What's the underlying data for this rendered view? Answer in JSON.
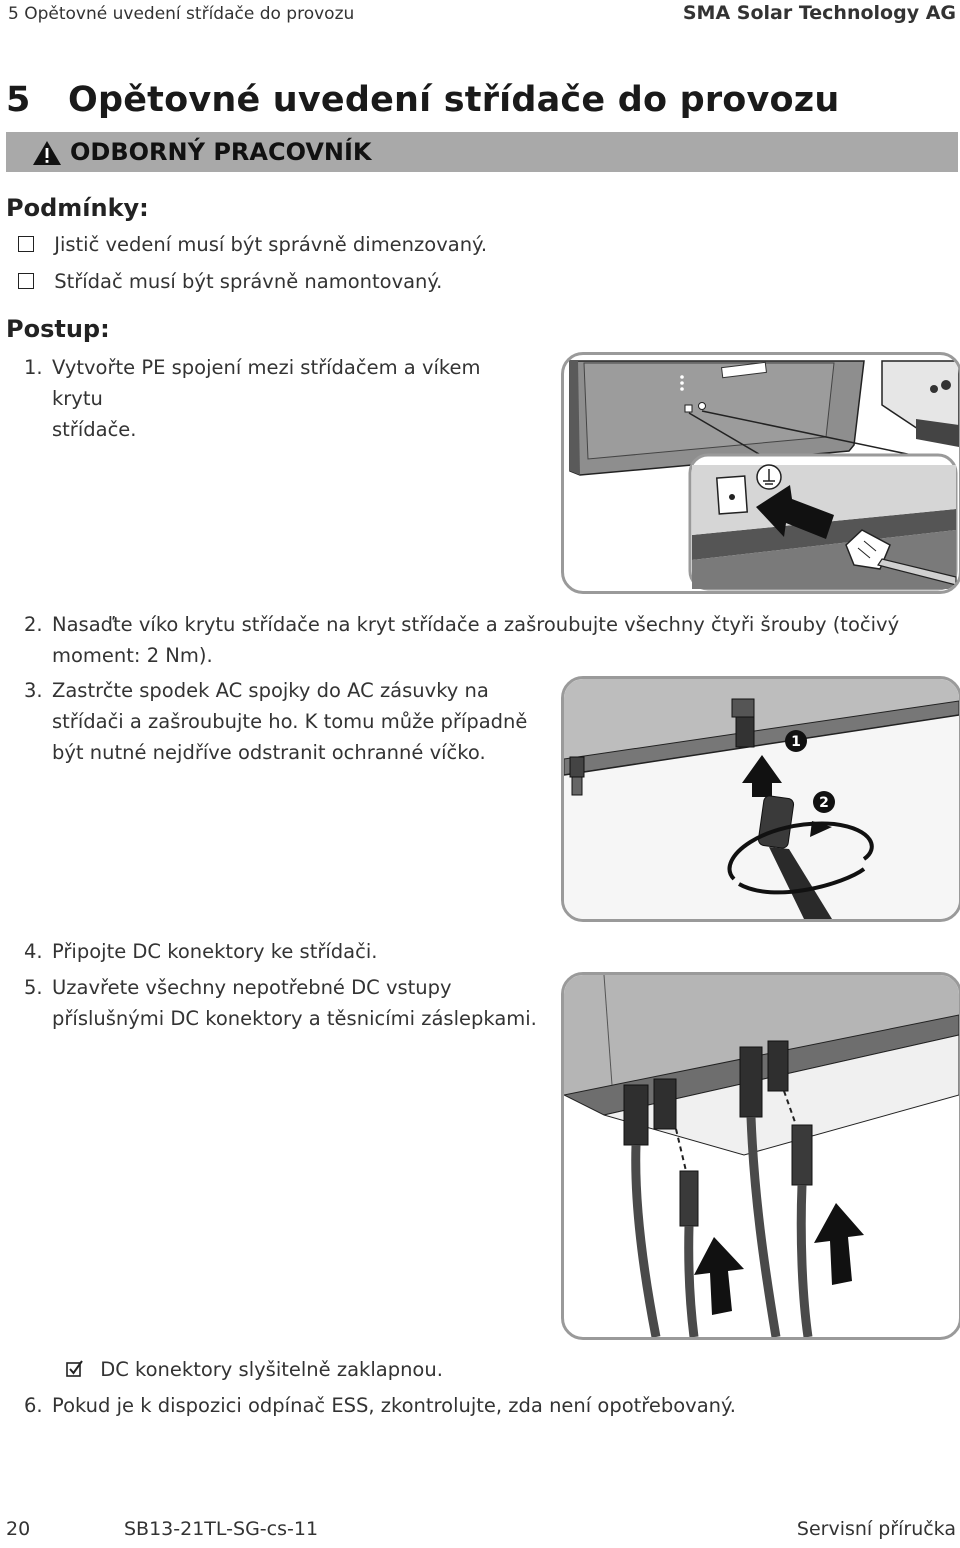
{
  "header": {
    "left": "5 Opětovné uvedení střídače do provozu",
    "right": "SMA Solar Technology AG"
  },
  "chapter": {
    "number": "5",
    "title": "Opětovné uvedení střídače do provozu"
  },
  "warning": {
    "label": "ODBORNÝ PRACOVNÍK",
    "icon": "warning-triangle-icon"
  },
  "conditions": {
    "heading": "Podmínky:",
    "items": [
      "Jistič vedení musí být správně dimenzovaný.",
      "Střídač musí být správně namontovaný."
    ]
  },
  "procedure": {
    "heading": "Postup:",
    "steps": [
      {
        "num": "1.",
        "lines": [
          "Vytvořte PE spojení mezi střídačem a víkem krytu",
          "střídače."
        ]
      },
      {
        "num": "2.",
        "lines": [
          "Nasaďte víko krytu střídače na kryt střídače a zašroubujte všechny čtyři šrouby (točivý",
          "moment: 2 Nm)."
        ]
      },
      {
        "num": "3.",
        "lines": [
          "Zastrčte spodek AC spojky do AC zásuvky na",
          "střídači a zašroubujte ho. K tomu může případně",
          "být nutné nejdříve odstranit ochranné víčko."
        ]
      },
      {
        "num": "4.",
        "lines": [
          "Připojte DC konektory ke střídači."
        ]
      },
      {
        "num": "5.",
        "lines": [
          "Uzavřete všechny nepotřebné DC vstupy",
          "příslušnými DC konektory a těsnicími záslepkami."
        ]
      },
      {
        "num": "6.",
        "lines": [
          "Pokud je k dispozici odpínač ESS, zkontrolujte, zda není opotřebovaný."
        ]
      }
    ],
    "result": "DC konektory slyšitelně zaklapnou."
  },
  "figure_ac": {
    "callouts": [
      "1",
      "2"
    ]
  },
  "footer": {
    "page": "20",
    "doc": "SB13-21TL-SG-cs-11",
    "title": "Servisní příručka"
  }
}
